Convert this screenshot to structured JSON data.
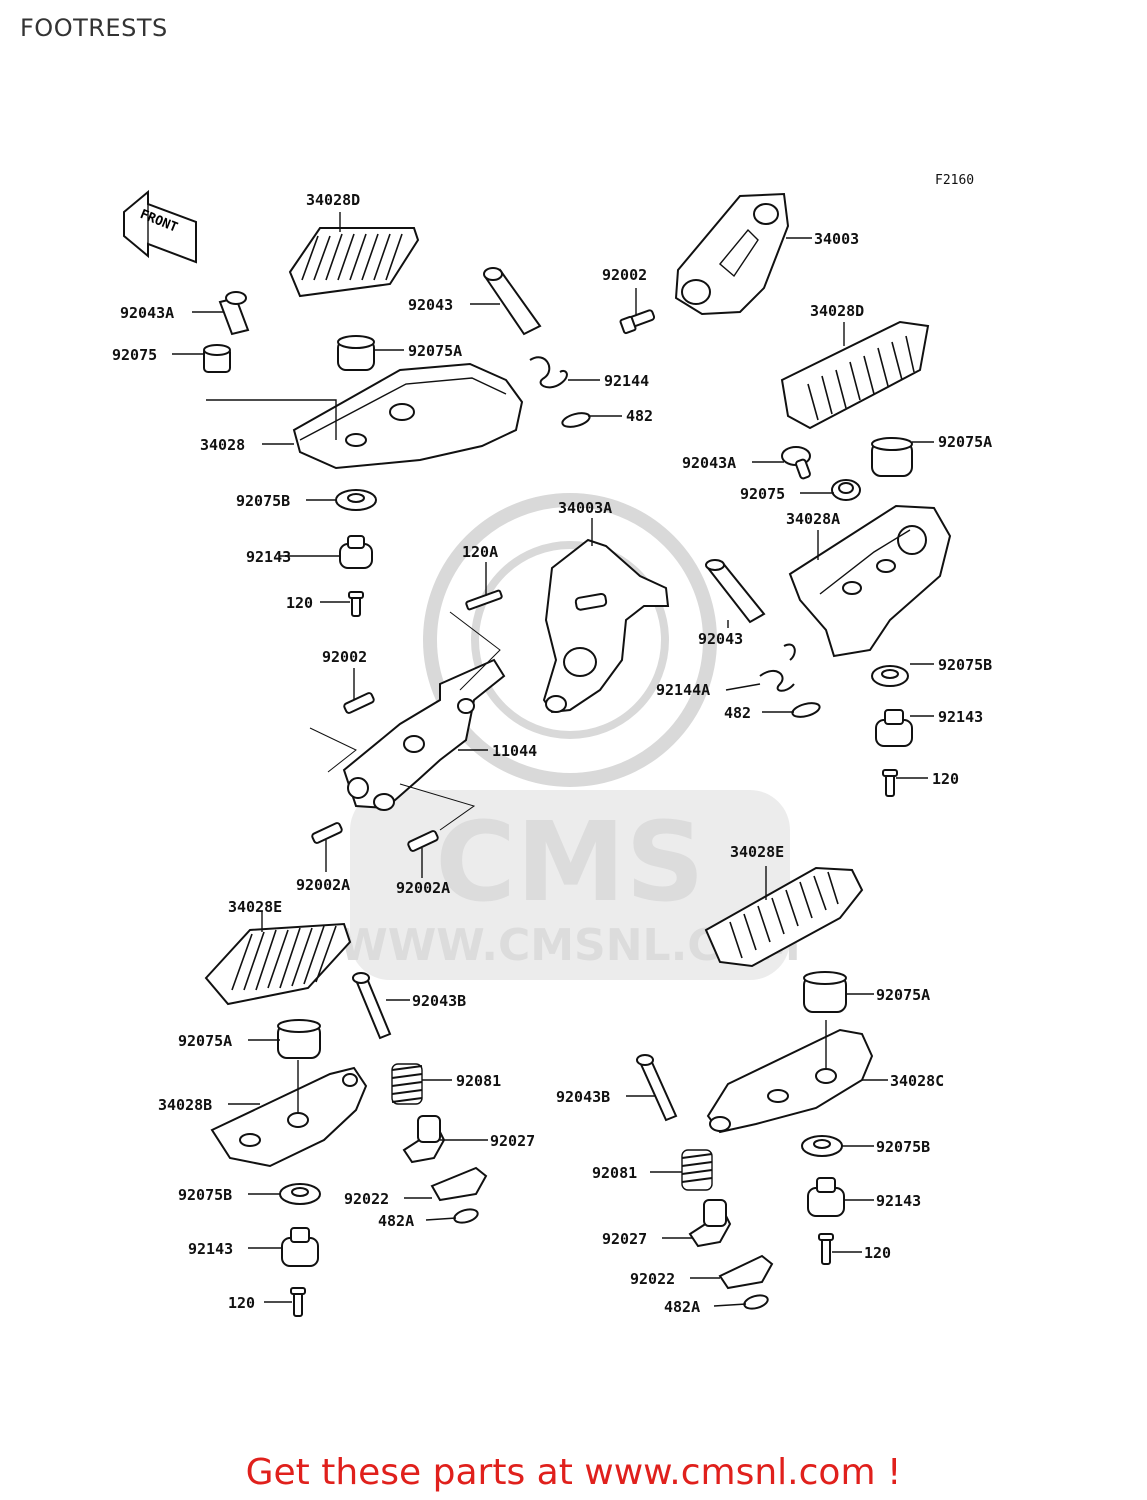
{
  "header": {
    "title": "FOOTRESTS"
  },
  "diagram": {
    "figure_code": "F2160",
    "front_arrow": "FRONT",
    "watermark": {
      "brand": "CMS",
      "url": "WWW.CMSNL.COM"
    },
    "labels": {
      "l34028D_a": "34028D",
      "l92043A_a": "92043A",
      "l92075_a": "92075",
      "l34028": "34028",
      "l92075B_a": "92075B",
      "l92143_a": "92143",
      "l120_a": "120",
      "l92043_a": "92043",
      "l92075A_a": "92075A",
      "l92002_a": "92002",
      "l34003": "34003",
      "l92144": "92144",
      "l482_a": "482",
      "l34028D_b": "34028D",
      "l92043A_b": "92043A",
      "l92075A_b": "92075A",
      "l92075_b": "92075",
      "l34028A": "34028A",
      "l34003A": "34003A",
      "l120A": "120A",
      "l92002_b": "92002",
      "l92043_b": "92043",
      "l92075B_b": "92075B",
      "l92144A": "92144A",
      "l482_b": "482",
      "l92143_b": "92143",
      "l11044": "11044",
      "l120_b": "120",
      "l92002A_a": "92002A",
      "l92002A_b": "92002A",
      "l34028E_a": "34028E",
      "l34028E_b": "34028E",
      "l92043B_a": "92043B",
      "l92075A_c": "92075A",
      "l92075A_d": "92075A",
      "l92081_a": "92081",
      "l34028B": "34028B",
      "l92043B_b": "92043B",
      "l34028C": "34028C",
      "l92027_a": "92027",
      "l92075B_c": "92075B",
      "l92075B_d": "92075B",
      "l92081_b": "92081",
      "l92022_a": "92022",
      "l482A_a": "482A",
      "l92143_c": "92143",
      "l92143_d": "92143",
      "l120_c": "120",
      "l120_d": "120",
      "l92027_b": "92027",
      "l92022_b": "92022",
      "l482A_b": "482A"
    }
  },
  "footer": {
    "link_text": "Get these parts at www.cmsnl.com !"
  }
}
